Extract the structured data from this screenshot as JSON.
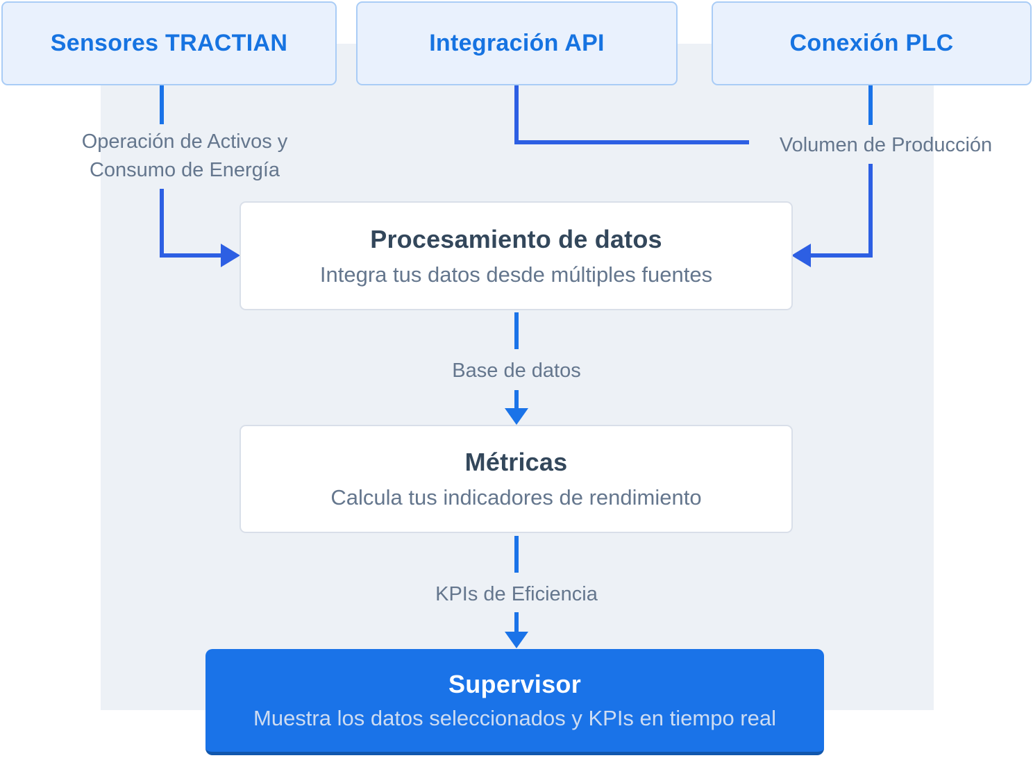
{
  "palette": {
    "accent_blue": "#1a73e8",
    "royal_blue": "#2d5fe3",
    "panel_bg": "#edf1f6",
    "source_box_bg": "#e9f1fd",
    "source_box_border": "#a9ccf6",
    "source_text": "#1673e1",
    "card_bg": "#ffffff",
    "card_border": "#d9dfe9",
    "title_text": "#33475b",
    "muted_text": "#64768d",
    "supervisor_bg": "#1a73e8",
    "supervisor_edge": "#1157ad",
    "supervisor_title": "#ffffff",
    "supervisor_subtitle": "#cddcf2"
  },
  "sources": {
    "sensores": {
      "label": "Sensores TRACTIAN"
    },
    "api": {
      "label": "Integración API"
    },
    "plc": {
      "label": "Conexión PLC"
    }
  },
  "edges": {
    "operacion": {
      "line1": "Operación de Activos y",
      "line2": "Consumo de Energía"
    },
    "volumen": {
      "label": "Volumen de Producción"
    },
    "base": {
      "label": "Base de datos"
    },
    "kpis": {
      "label": "KPIs de Eficiencia"
    }
  },
  "nodes": {
    "procesamiento": {
      "title": "Procesamiento de datos",
      "subtitle": "Integra tus datos desde múltiples fuentes"
    },
    "metricas": {
      "title": "Métricas",
      "subtitle": "Calcula tus indicadores de rendimiento"
    },
    "supervisor": {
      "title": "Supervisor",
      "subtitle": "Muestra los datos seleccionados y KPIs en tiempo real"
    }
  }
}
